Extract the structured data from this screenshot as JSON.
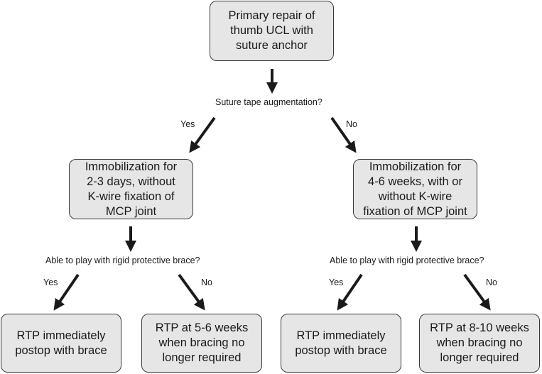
{
  "nodes": {
    "root": "Primary repair of\nthumb UCL with\nsuture anchor",
    "left_immob": "Immobilization for\n2-3 days, without\nK-wire fixation of\nMCP joint",
    "right_immob": "Immobilization for\n4-6 weeks, with or\nwithout K-wire\nfixation of MCP joint",
    "ll_outcome": "RTP immediately\npostop with brace",
    "lr_outcome": "RTP at 5-6 weeks\nwhen bracing no\nlonger required",
    "rl_outcome": "RTP immediately\npostop with brace",
    "rr_outcome": "RTP at 8-10 weeks\nwhen bracing no\nlonger required"
  },
  "questions": {
    "augmentation": "Suture tape augmentation?",
    "left_brace": "Able to play with rigid protective brace?",
    "right_brace": "Able to play with rigid protective brace?"
  },
  "labels": {
    "aug_yes": "Yes",
    "aug_no": "No",
    "left_yes": "Yes",
    "left_no": "No",
    "right_yes": "Yes",
    "right_no": "No"
  }
}
